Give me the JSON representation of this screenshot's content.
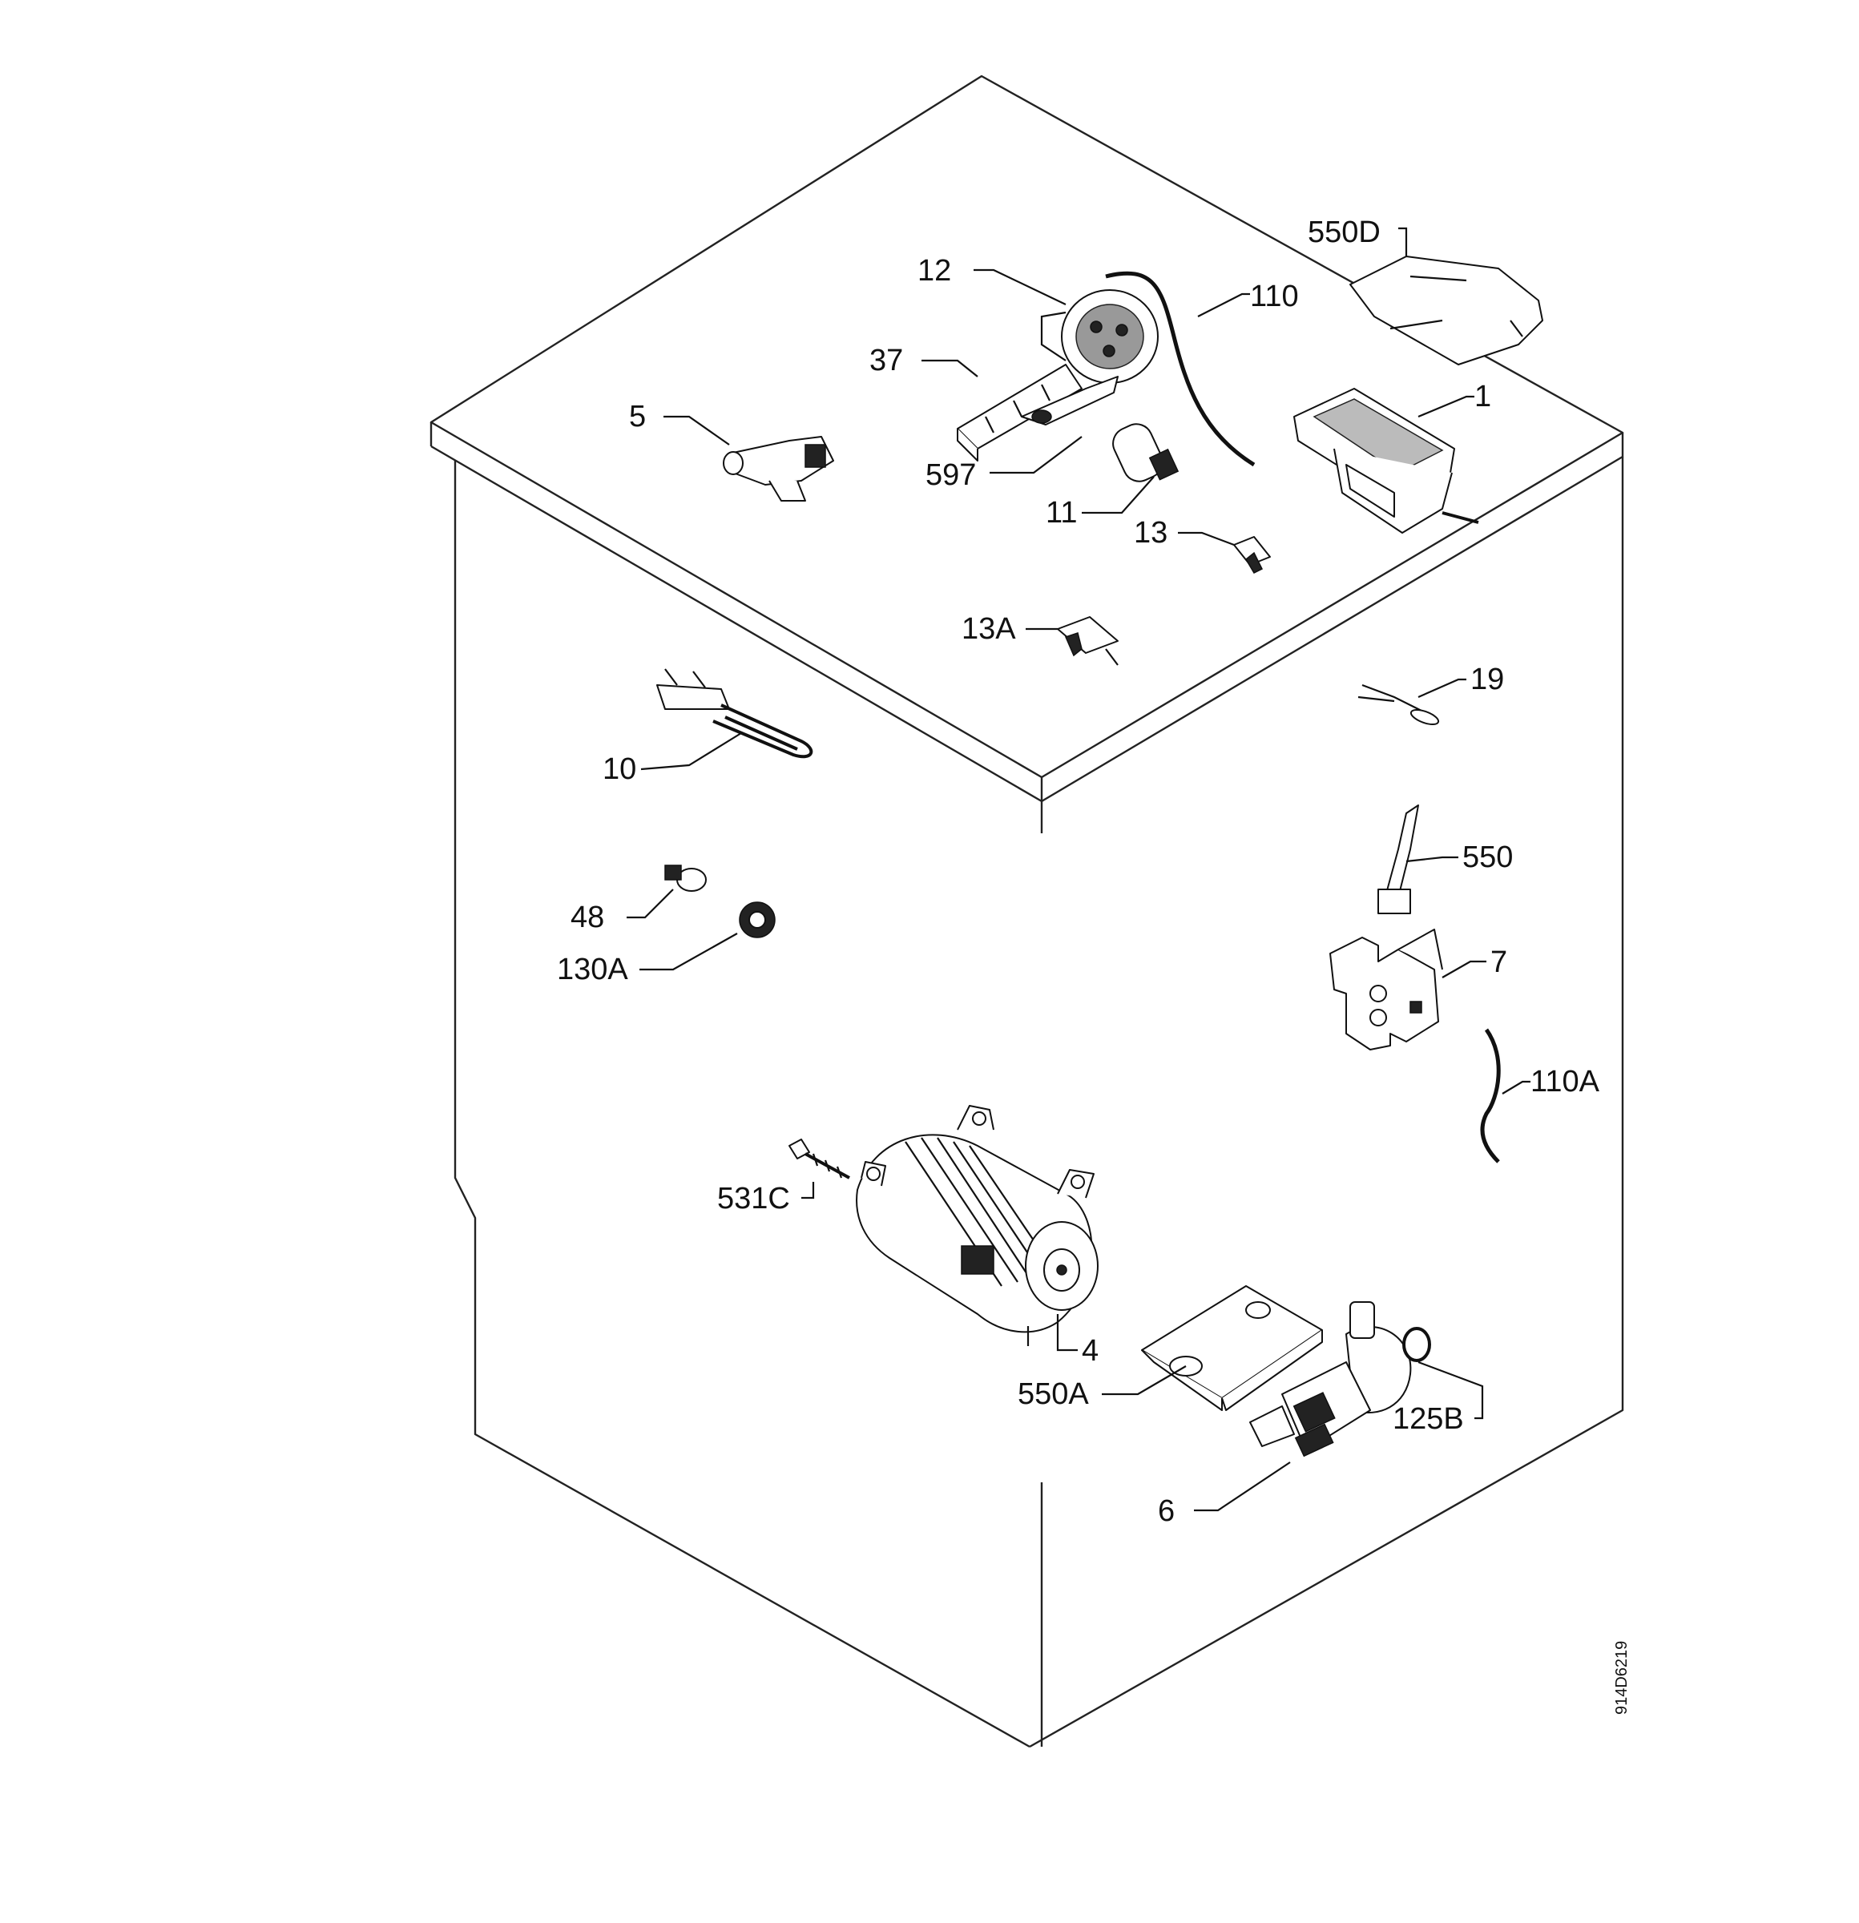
{
  "labels": {
    "l550d": "550D",
    "l12": "12",
    "l110": "110",
    "l37": "37",
    "l5": "5",
    "l1": "1",
    "l597": "597",
    "l11": "11",
    "l13": "13",
    "l13a": "13A",
    "l19": "19",
    "l10": "10",
    "l550": "550",
    "l48": "48",
    "l130a": "130A",
    "l7": "7",
    "l110a": "110A",
    "l531c": "531C",
    "l4": "4",
    "l550a": "550A",
    "l125b": "125B",
    "l6": "6"
  },
  "drawing_code": "914D6219"
}
